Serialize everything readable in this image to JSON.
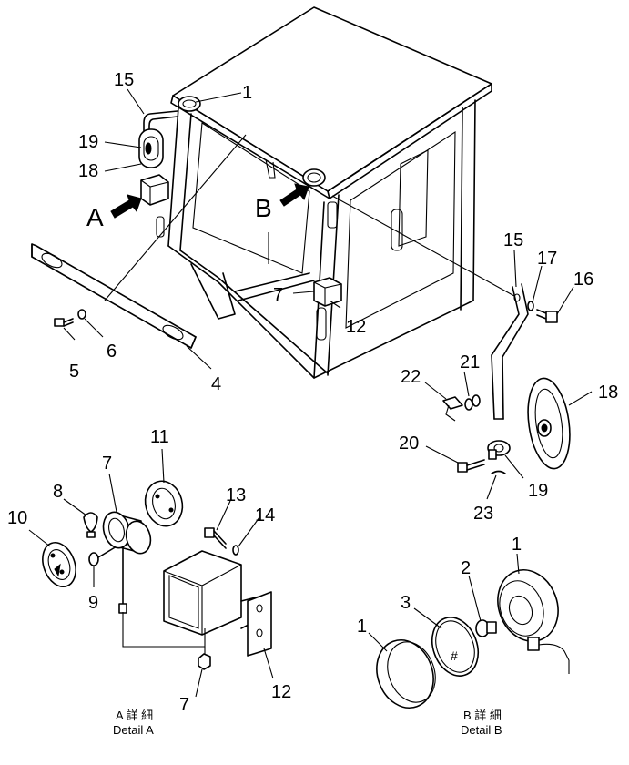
{
  "callouts": {
    "c1_top": "1",
    "c15_left": "15",
    "c19_left": "19",
    "c18_left": "18",
    "c7_mid": "7",
    "c12_mid": "12",
    "c5": "5",
    "c6": "6",
    "c4": "4",
    "c15_right": "15",
    "c17": "17",
    "c16": "16",
    "c18_right": "18",
    "c21": "21",
    "c22": "22",
    "c20": "20",
    "c19_right": "19",
    "c23": "23",
    "c11": "11",
    "c7_detail": "7",
    "c8": "8",
    "c10": "10",
    "c9": "9",
    "c13": "13",
    "c14": "14",
    "c12_detail": "12",
    "c7_bottom": "7",
    "c1_lamp": "1",
    "c2": "2",
    "c3": "3",
    "c1_ring": "1"
  },
  "view_letters": {
    "a": "A",
    "b": "B"
  },
  "captions": {
    "detail_a_jp": "A 詳 細",
    "detail_a_en": "Detail A",
    "detail_b_jp": "B 詳 細",
    "detail_b_en": "Detail B"
  },
  "lens_mark": "#"
}
